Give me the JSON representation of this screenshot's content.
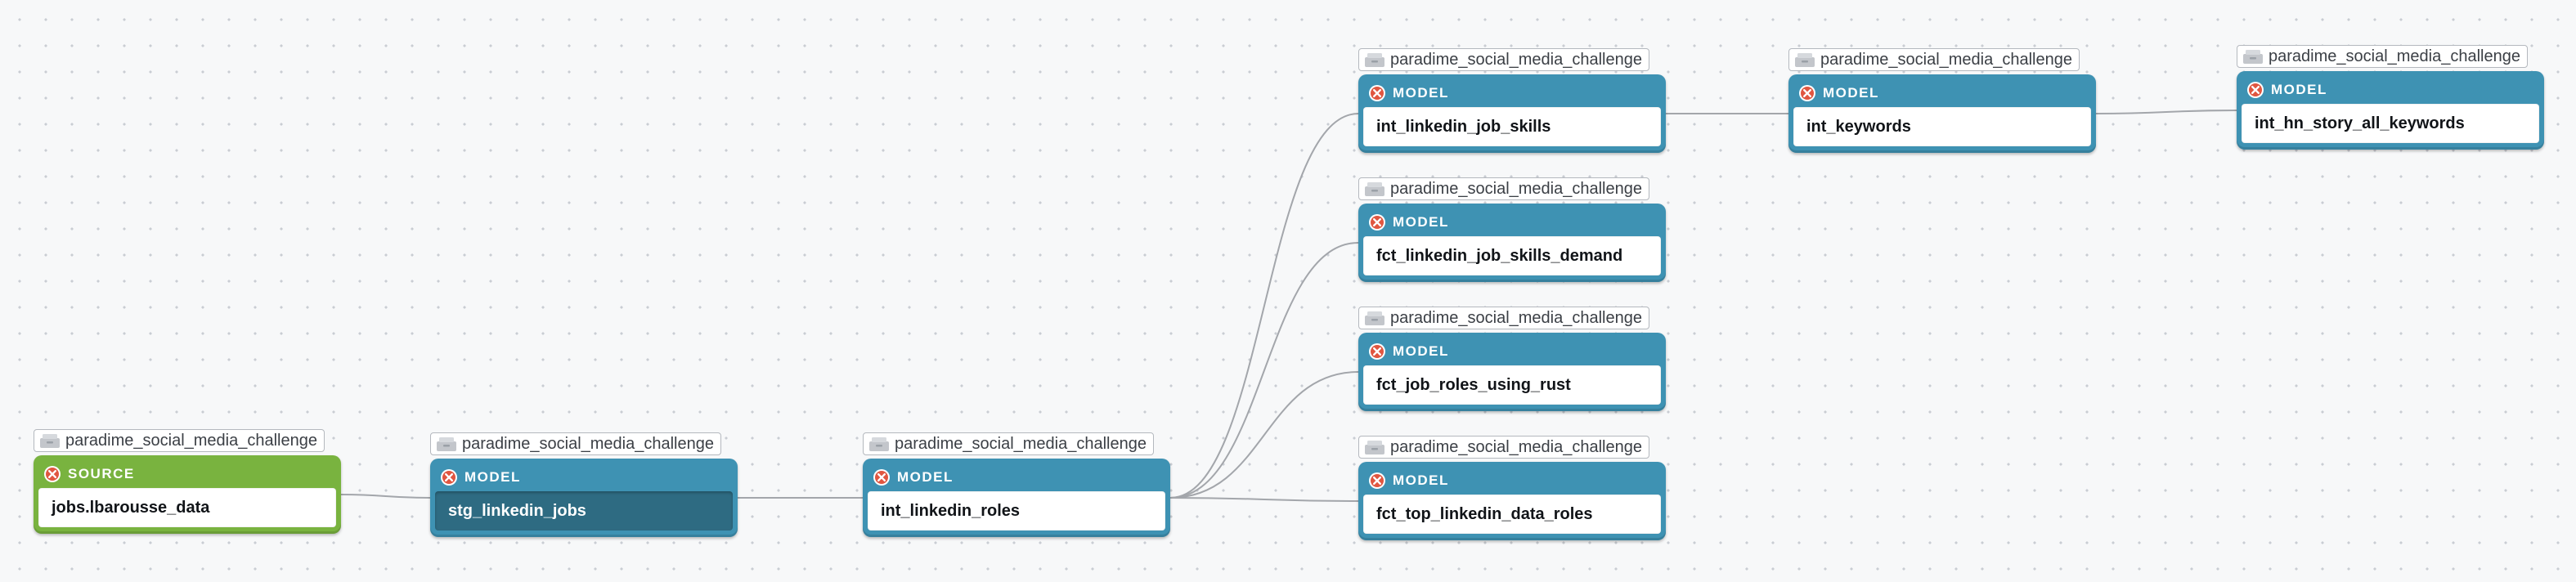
{
  "colors": {
    "model": "#3e92b3",
    "source": "#79b33f",
    "selected": "#2e6b82",
    "edge": "#a3a6ab",
    "error_icon": "#e05640"
  },
  "icons": {
    "tag": "package-icon",
    "status": "error-x-icon"
  },
  "nodes": [
    {
      "id": "jobs-lbarousse-data",
      "tag": "paradime_social_media_challenge",
      "type": "SOURCE",
      "name": "jobs.lbarousse_data",
      "kind": "source",
      "selected": false
    },
    {
      "id": "stg-linkedin-jobs",
      "tag": "paradime_social_media_challenge",
      "type": "MODEL",
      "name": "stg_linkedin_jobs",
      "kind": "model",
      "selected": true
    },
    {
      "id": "int-linkedin-roles",
      "tag": "paradime_social_media_challenge",
      "type": "MODEL",
      "name": "int_linkedin_roles",
      "kind": "model",
      "selected": false
    },
    {
      "id": "int-linkedin-job-skills",
      "tag": "paradime_social_media_challenge",
      "type": "MODEL",
      "name": "int_linkedin_job_skills",
      "kind": "model",
      "selected": false
    },
    {
      "id": "fct-linkedin-job-skills-demand",
      "tag": "paradime_social_media_challenge",
      "type": "MODEL",
      "name": "fct_linkedin_job_skills_demand",
      "kind": "model",
      "selected": false
    },
    {
      "id": "fct-job-roles-using-rust",
      "tag": "paradime_social_media_challenge",
      "type": "MODEL",
      "name": "fct_job_roles_using_rust",
      "kind": "model",
      "selected": false
    },
    {
      "id": "fct-top-linkedin-data-roles",
      "tag": "paradime_social_media_challenge",
      "type": "MODEL",
      "name": "fct_top_linkedin_data_roles",
      "kind": "model",
      "selected": false
    },
    {
      "id": "int-keywords",
      "tag": "paradime_social_media_challenge",
      "type": "MODEL",
      "name": "int_keywords",
      "kind": "model",
      "selected": false
    },
    {
      "id": "int-hn-story-all-keywords",
      "tag": "paradime_social_media_challenge",
      "type": "MODEL",
      "name": "int_hn_story_all_keywords",
      "kind": "model",
      "selected": false
    }
  ],
  "edges": [
    {
      "from": "jobs-lbarousse-data",
      "to": "stg-linkedin-jobs"
    },
    {
      "from": "stg-linkedin-jobs",
      "to": "int-linkedin-roles"
    },
    {
      "from": "int-linkedin-roles",
      "to": "int-linkedin-job-skills"
    },
    {
      "from": "int-linkedin-roles",
      "to": "fct-linkedin-job-skills-demand"
    },
    {
      "from": "int-linkedin-roles",
      "to": "fct-job-roles-using-rust"
    },
    {
      "from": "int-linkedin-roles",
      "to": "fct-top-linkedin-data-roles"
    },
    {
      "from": "int-linkedin-job-skills",
      "to": "int-keywords"
    },
    {
      "from": "int-keywords",
      "to": "int-hn-story-all-keywords"
    }
  ]
}
